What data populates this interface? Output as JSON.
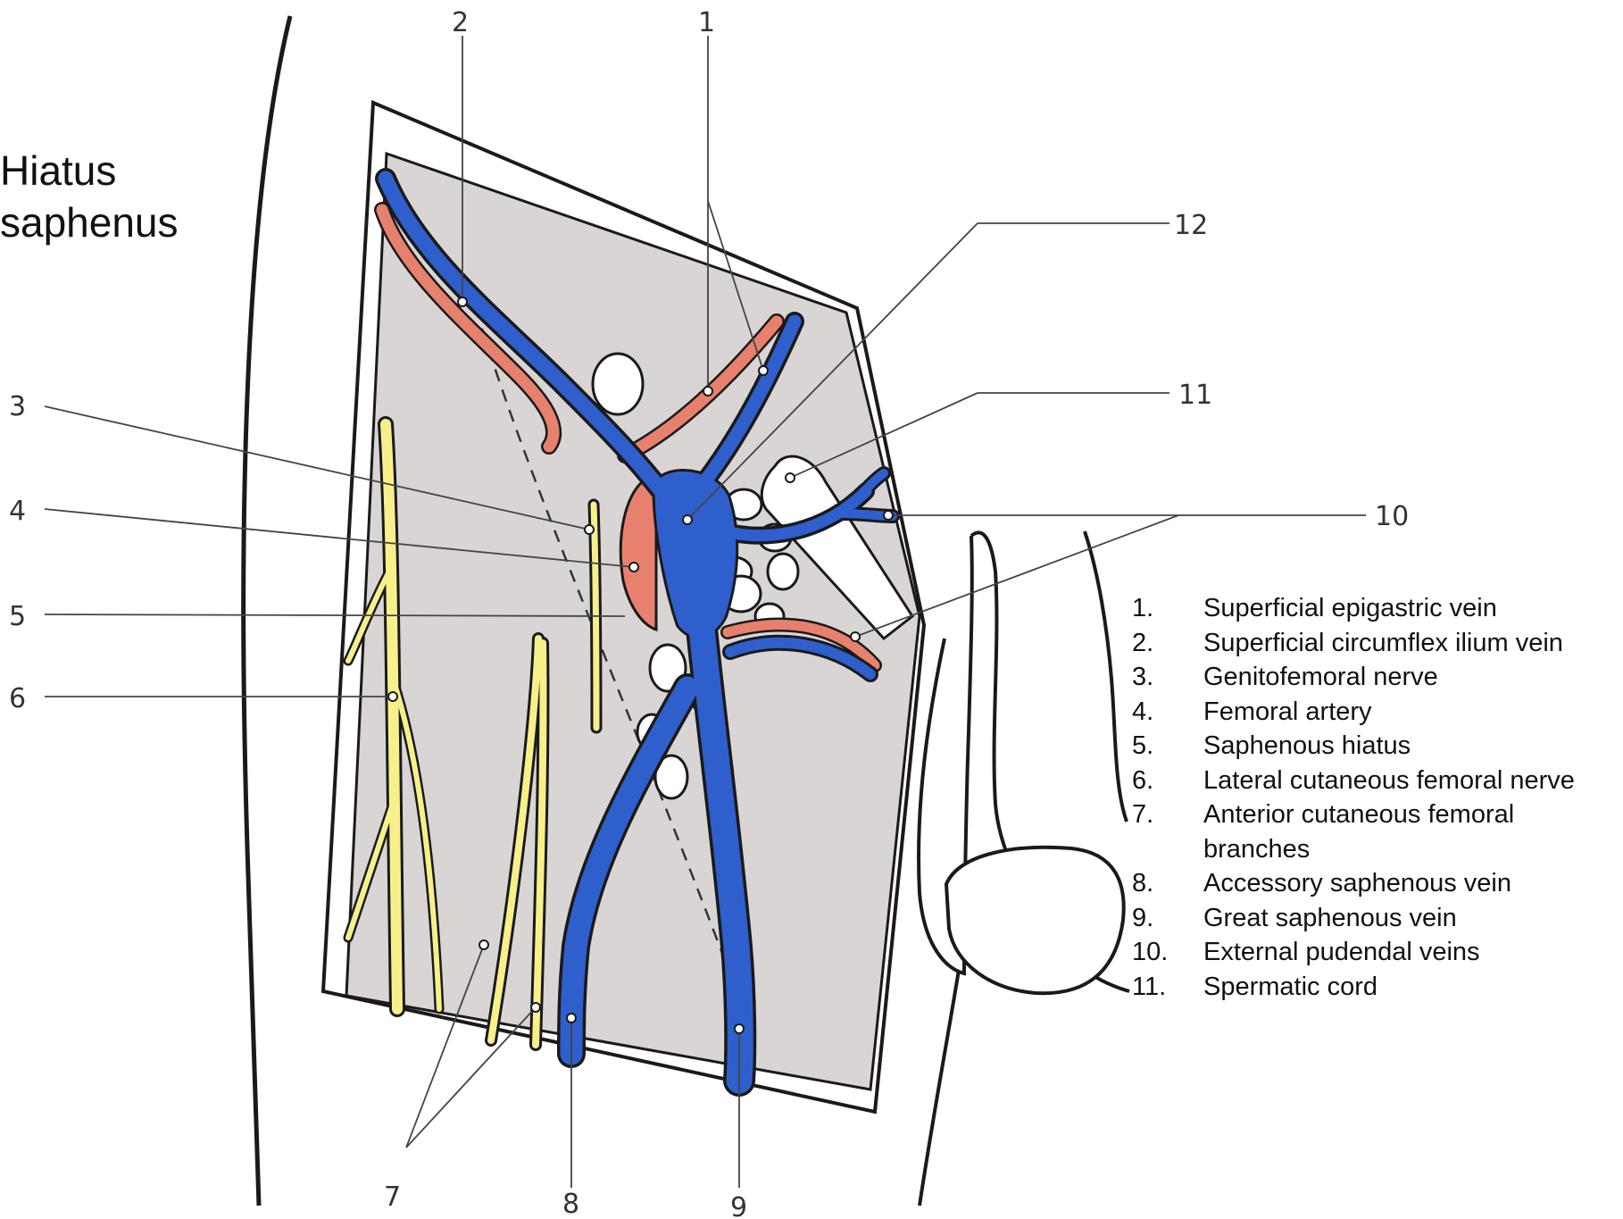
{
  "title": {
    "line1": "Hiatus",
    "line2": "saphenus"
  },
  "callout_numbers": {
    "n1": "1",
    "n2": "2",
    "n3": "3",
    "n4": "4",
    "n5": "5",
    "n6": "6",
    "n7": "7",
    "n8": "8",
    "n9": "9",
    "n10": "10",
    "n11": "11",
    "n12": "12"
  },
  "key": [
    {
      "num": "1.",
      "text": "Superficial epigastric vein"
    },
    {
      "num": "2.",
      "text": "Superficial circumflex ilium vein"
    },
    {
      "num": "3.",
      "text": "Genitofemoral nerve"
    },
    {
      "num": "4.",
      "text": "Femoral artery"
    },
    {
      "num": "5.",
      "text": "Saphenous hiatus"
    },
    {
      "num": "6.",
      "text": "Lateral cutaneous femoral nerve"
    },
    {
      "num": "7.",
      "text": "Anterior cutaneous femoral branches"
    },
    {
      "num": "8.",
      "text": "Accessory saphenous vein"
    },
    {
      "num": "9.",
      "text": "Great saphenous vein"
    },
    {
      "num": "10.",
      "text": "External pudendal veins"
    },
    {
      "num": "11.",
      "text": "Spermatic cord"
    }
  ],
  "colors": {
    "vein": "#2f5fcc",
    "artery": "#e8806e",
    "nerve": "#f7f08a",
    "fascia": "#d9d5d4",
    "lymph_node": "#ffffff",
    "outline": "#1a1a1a"
  }
}
